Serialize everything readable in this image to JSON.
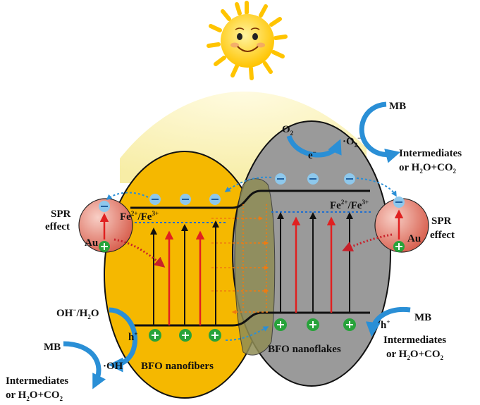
{
  "labels": {
    "fe_left": "Fe",
    "fe_left_sup1": "2+",
    "fe_left_mid": "/Fe",
    "fe_left_sup2": "3+",
    "fe_right": "Fe",
    "fe_right_sup1": "2+",
    "fe_right_mid": "/Fe",
    "fe_right_sup2": "3+",
    "spr_left_1": "SPR",
    "spr_left_2": "effect",
    "spr_right_1": "SPR",
    "spr_right_2": "effect",
    "au_left": "Au",
    "au_right": "Au",
    "o2": "O",
    "o2_sub": "2",
    "superoxide": "·O",
    "superoxide_sub": "2",
    "superoxide_sup": "−",
    "electron": "e",
    "electron_sup": "−",
    "mb_top": "MB",
    "inter_top_1": "Intermediates",
    "inter_top_2": "or H",
    "inter_top_sub1": "2",
    "inter_top_3": "O+CO",
    "inter_top_sub2": "2",
    "oh_h2o_1": "OH",
    "oh_h2o_sup": "−",
    "oh_h2o_2": "/H",
    "oh_h2o_sub": "2",
    "oh_h2o_3": "O",
    "hole_left": "h",
    "hole_left_sup": "+",
    "hole_right": "h",
    "hole_right_sup": "+",
    "oh_radical": "·OH",
    "mb_bottom_left": "MB",
    "inter_bl_1": "Intermediates",
    "inter_bl_2": "or H",
    "inter_bl_sub1": "2",
    "inter_bl_3": "O+CO",
    "inter_bl_sub2": "2",
    "mb_bottom_right": "MB",
    "inter_br_1": "Intermediates",
    "inter_br_2": "or H",
    "inter_br_sub1": "2",
    "inter_br_3": "O+CO",
    "inter_br_sub2": "2",
    "bfo_nanofibers": "BFO nanofibers",
    "bfo_nanoflakes": "BFO nanoflakes",
    "minus_sign": "−",
    "plus_sign": "+"
  },
  "colors": {
    "nanofiber": "#f5b800",
    "nanoflake": "#9a9a9a",
    "glow": "#fbf3c0",
    "gold_sphere": "#e88a7a",
    "electron": "#8ec8ec",
    "hole": "#27a33a",
    "excitation_arrow": "#e02020",
    "blue_arrow": "#2a8fd6",
    "dotted_red": "#c8202a",
    "dotted_orange": "#f07a10",
    "sun": "#ffd21a"
  },
  "icons": {
    "sun": "smiling-sun-icon"
  }
}
